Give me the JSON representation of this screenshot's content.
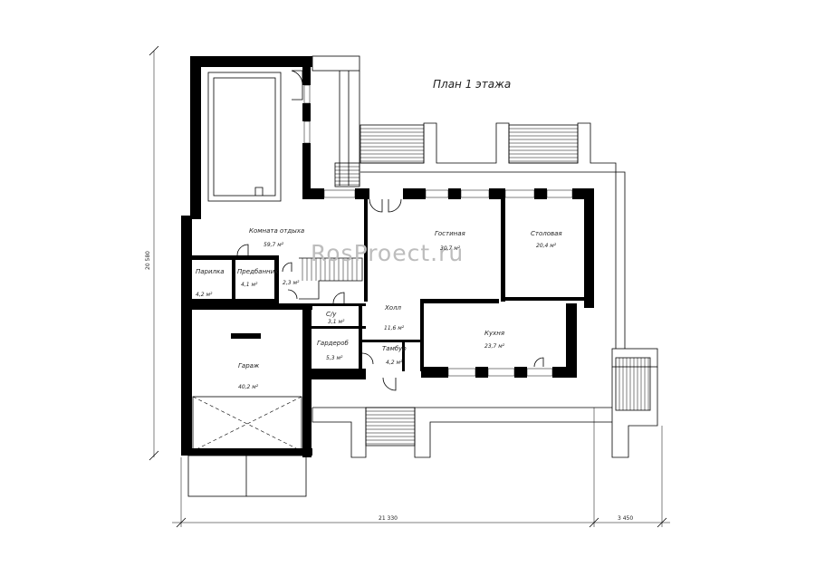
{
  "title": "План 1 этажа",
  "watermark": "RosProect.ru",
  "rooms": [
    {
      "id": "rest",
      "name": "Комната отдыха",
      "area": "59,7 м²"
    },
    {
      "id": "living",
      "name": "Гостиная",
      "area": "30,7 м²"
    },
    {
      "id": "dining",
      "name": "Столовая",
      "area": "20,4 м²"
    },
    {
      "id": "laundry",
      "name": "Парилка",
      "area": "4,2 м²"
    },
    {
      "id": "anteroom",
      "name": "Предбанник",
      "area": "4,1 м²"
    },
    {
      "id": "small",
      "name": "",
      "area": "2,3 м²"
    },
    {
      "id": "hall",
      "name": "Холл",
      "area": "11,6 м²"
    },
    {
      "id": "wc",
      "name": "С/у",
      "area": "3,1 м²"
    },
    {
      "id": "wardrobe",
      "name": "Гардероб",
      "area": "5,3 м²"
    },
    {
      "id": "vestibule",
      "name": "Тамбур",
      "area": "4,2 м²"
    },
    {
      "id": "kitchen",
      "name": "Кухня",
      "area": "23,7 м²"
    },
    {
      "id": "garage",
      "name": "Гараж",
      "area": "40,2 м²"
    }
  ],
  "dimensions": {
    "height": "20 580",
    "width_main": "21 330",
    "width_side": "3 450"
  }
}
